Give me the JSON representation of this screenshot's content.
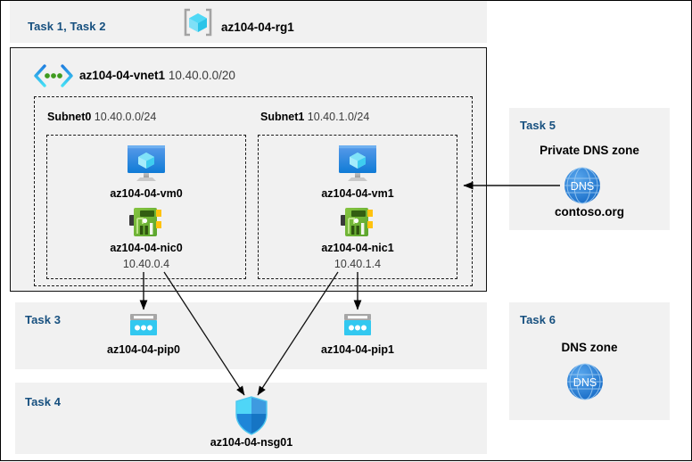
{
  "diagram": {
    "title_region": {
      "task_label": "Task 1, Task 2",
      "resource_group_name": "az104-04-rg1",
      "resource_group_icon": "resource-group-icon"
    },
    "vnet": {
      "name": "az104-04-vnet1",
      "address_space": "10.40.0.0/20",
      "icon": "virtual-network-icon"
    },
    "subnets": [
      {
        "name": "Subnet0",
        "address_prefix": "10.40.0.0/24",
        "vm": {
          "name": "az104-04-vm0",
          "icon": "virtual-machine-icon"
        },
        "nic": {
          "name": "az104-04-nic0",
          "ip": "10.40.0.4",
          "icon": "network-interface-icon"
        }
      },
      {
        "name": "Subnet1",
        "address_prefix": "10.40.1.0/24",
        "vm": {
          "name": "az104-04-vm1",
          "icon": "virtual-machine-icon"
        },
        "nic": {
          "name": "az104-04-nic1",
          "ip": "10.40.1.4",
          "icon": "network-interface-icon"
        }
      }
    ],
    "task3": {
      "task_label": "Task 3",
      "public_ips": [
        {
          "name": "az104-04-pip0",
          "icon": "public-ip-address-icon"
        },
        {
          "name": "az104-04-pip1",
          "icon": "public-ip-address-icon"
        }
      ]
    },
    "task4": {
      "task_label": "Task 4",
      "nsg": {
        "name": "az104-04-nsg01",
        "icon": "network-security-group-icon"
      }
    },
    "task5": {
      "task_label": "Task 5",
      "zone_type": "Private DNS zone",
      "zone_name": "contoso.org",
      "icon": "dns-zone-icon",
      "icon_text": "DNS"
    },
    "task6": {
      "task_label": "Task 6",
      "zone_type": "DNS zone",
      "icon": "dns-zone-icon",
      "icon_text": "DNS"
    },
    "colors": {
      "task_label": "#17507f",
      "panel_bg": "#f1f1f1",
      "azure_blue": "#0078d4",
      "cyan": "#32c8f0",
      "nic_green": "#6fbc44",
      "dns_blue": "#1e7ed8"
    }
  }
}
